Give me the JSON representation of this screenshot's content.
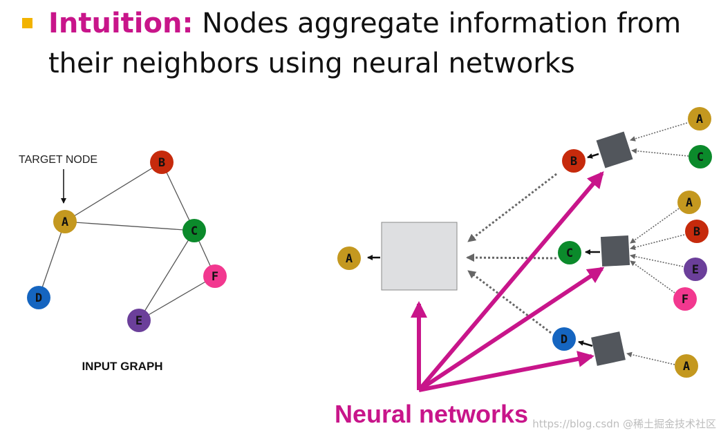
{
  "headline": {
    "keyword": "Intuition:",
    "line1_rest": " Nodes aggregate information from",
    "line2": "their neighbors using neural networks"
  },
  "input_graph": {
    "caption": "INPUT GRAPH",
    "target_label": "TARGET NODE",
    "nodes": {
      "A": "A",
      "B": "B",
      "C": "C",
      "D": "D",
      "E": "E",
      "F": "F"
    }
  },
  "computation_graph": {
    "labels": {
      "root_A": "A",
      "mid_B": "B",
      "mid_C": "C",
      "mid_D": "D",
      "leaf_B_A": "A",
      "leaf_B_C": "C",
      "leaf_C_A": "A",
      "leaf_C_B": "B",
      "leaf_C_E": "E",
      "leaf_C_F": "F",
      "leaf_D_A": "A"
    },
    "caption": "Neural networks"
  },
  "watermark": "https://blog.csdn @稀土掘金技术社区",
  "colors": {
    "A": "#c4981f",
    "B": "#c62a0c",
    "C": "#0b8a2b",
    "D": "#1565c0",
    "E": "#6b3f9a",
    "F": "#f2388f",
    "accent": "#c8158a",
    "box_dark": "#52565c",
    "box_light": "#dedfe1"
  }
}
